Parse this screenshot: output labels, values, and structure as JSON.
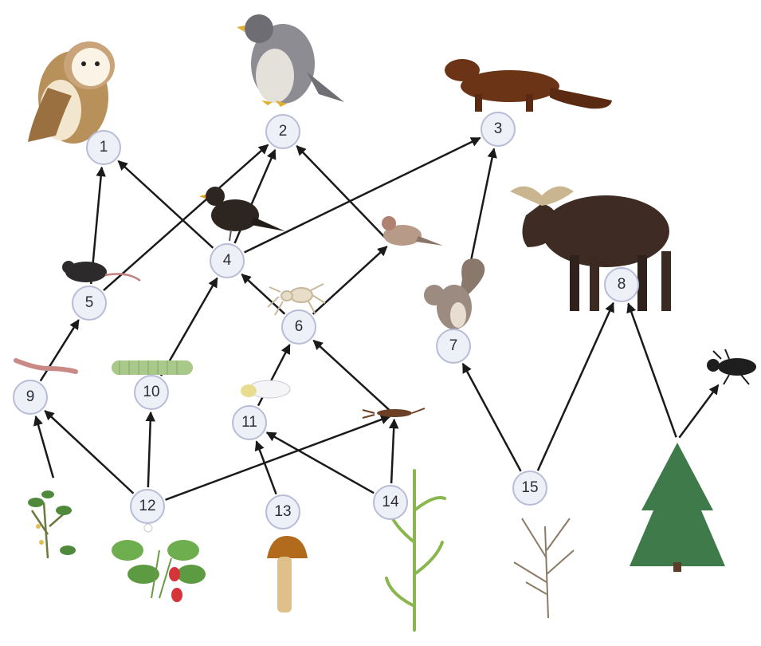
{
  "nodes": [
    {
      "id": "1",
      "label": "1"
    },
    {
      "id": "2",
      "label": "2"
    },
    {
      "id": "3",
      "label": "3"
    },
    {
      "id": "4",
      "label": "4"
    },
    {
      "id": "5",
      "label": "5"
    },
    {
      "id": "6",
      "label": "6"
    },
    {
      "id": "7",
      "label": "7"
    },
    {
      "id": "8",
      "label": "8"
    },
    {
      "id": "9",
      "label": "9"
    },
    {
      "id": "10",
      "label": "10"
    },
    {
      "id": "11",
      "label": "11"
    },
    {
      "id": "12",
      "label": "12"
    },
    {
      "id": "13",
      "label": "13"
    },
    {
      "id": "14",
      "label": "14"
    },
    {
      "id": "15",
      "label": "15"
    }
  ],
  "organisms": [
    {
      "node": "1",
      "icon": "barn-owl-icon"
    },
    {
      "node": "2",
      "icon": "falcon-icon"
    },
    {
      "node": "3",
      "icon": "mink-icon"
    },
    {
      "node": "4",
      "icon": "blackbird-icon"
    },
    {
      "node": "5",
      "icon": "mouse-icon"
    },
    {
      "node": "6",
      "icon": "spider-icon"
    },
    {
      "node": "7",
      "icon": "squirrel-icon"
    },
    {
      "node": "8",
      "icon": "moose-icon"
    },
    {
      "node": "9",
      "icon": "earthworm-icon"
    },
    {
      "node": "10",
      "icon": "caterpillar-icon"
    },
    {
      "node": "11",
      "icon": "aphid-icon"
    },
    {
      "node": "12",
      "icon": "strawberry-plant-icon"
    },
    {
      "node": "13",
      "icon": "mushroom-icon"
    },
    {
      "node": "14",
      "icon": "grass-icon"
    },
    {
      "node": "15",
      "icon": "pine-shrub-icon"
    },
    {
      "node": "",
      "icon": "songbird-icon"
    },
    {
      "node": "",
      "icon": "earwig-icon"
    },
    {
      "node": "",
      "icon": "beetle-icon"
    },
    {
      "node": "",
      "icon": "shrub-plant-icon"
    },
    {
      "node": "",
      "icon": "spruce-tree-icon"
    }
  ],
  "edges": [
    {
      "from": "5",
      "to": "1"
    },
    {
      "from": "4",
      "to": "1"
    },
    {
      "from": "5",
      "to": "2"
    },
    {
      "from": "4",
      "to": "2"
    },
    {
      "from": "songbird",
      "to": "2"
    },
    {
      "from": "4",
      "to": "3"
    },
    {
      "from": "7",
      "to": "3"
    },
    {
      "from": "6",
      "to": "4"
    },
    {
      "from": "10",
      "to": "4"
    },
    {
      "from": "6",
      "to": "songbird"
    },
    {
      "from": "9",
      "to": "5"
    },
    {
      "from": "11",
      "to": "6"
    },
    {
      "from": "earwig",
      "to": "6"
    },
    {
      "from": "15",
      "to": "7"
    },
    {
      "from": "15",
      "to": "8"
    },
    {
      "from": "spruce",
      "to": "8"
    },
    {
      "from": "spruce",
      "to": "beetle"
    },
    {
      "from": "shrub",
      "to": "9"
    },
    {
      "from": "12",
      "to": "9"
    },
    {
      "from": "12",
      "to": "10"
    },
    {
      "from": "12",
      "to": "earwig"
    },
    {
      "from": "13",
      "to": "11"
    },
    {
      "from": "14",
      "to": "11"
    },
    {
      "from": "14",
      "to": "earwig"
    }
  ]
}
